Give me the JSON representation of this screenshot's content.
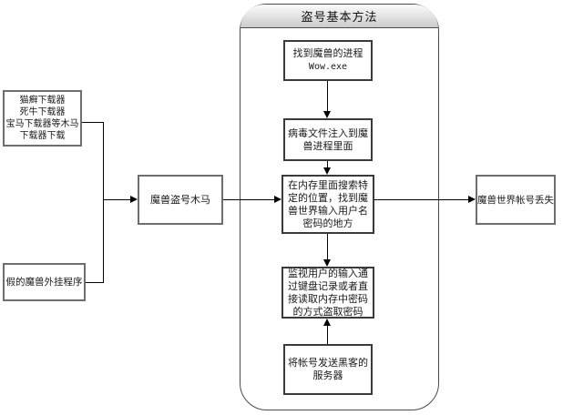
{
  "style": {
    "step_box_border_color": "#3a3a3a",
    "outer_box_border_color": "#6e6e6e",
    "line_color": "#000000",
    "header_gradient_top": "#fbfbfb",
    "header_gradient_bottom": "#cccccc"
  },
  "container": {
    "title": "盗号基本方法"
  },
  "sources": {
    "downloaders": {
      "lines": [
        "猫癣下载器",
        "死牛下载器",
        "宝马下载器等木马",
        "下载器下载"
      ]
    },
    "fake_plugin": {
      "label": "假的魔兽外挂程序"
    }
  },
  "trojan": {
    "label": "魔兽盗号木马"
  },
  "result": {
    "label": "魔兽世界帐号丢失"
  },
  "steps": [
    {
      "line1": "找到魔兽的进程",
      "line2": "Wow.exe"
    },
    {
      "text": "病毒文件注入到魔兽进程里面"
    },
    {
      "text": "在内存里面搜索特定的位置，找到魔兽世界输入用户名密码的地方"
    },
    {
      "text": "监视用户的输入通过键盘记录或者直接读取内存中密码的方式盗取密码"
    },
    {
      "text": "将帐号发送黑客的服务器"
    }
  ]
}
